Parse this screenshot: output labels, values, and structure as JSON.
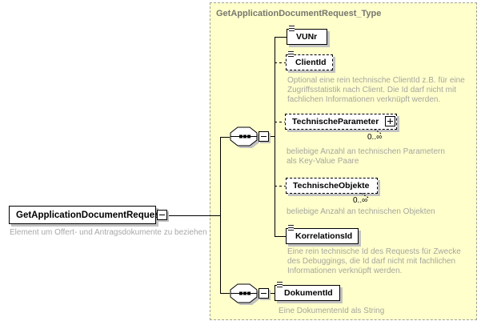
{
  "root_element": {
    "label": "GetApplicationDocumentRequest",
    "description": "Element um Offert- und Antragsdokumente zu beziehen"
  },
  "type_container": {
    "title": "GetApplicationDocumentRequest_Type"
  },
  "elements": {
    "vunr": {
      "label": "VUNr",
      "optional": false
    },
    "client_id": {
      "label": "ClientId",
      "optional": true,
      "description": "Optional eine rein technische ClientId z.B. für eine Zugriffsstatistik nach Client. Die Id darf nicht mit fachlichen Informationen verknüpft werden."
    },
    "technische_parameter": {
      "label": "TechnischeParameter",
      "optional": true,
      "occurrence": "0..∞",
      "description": "beliebige Anzahl an technischen Parametern als Key-Value Paare"
    },
    "technische_objekte": {
      "label": "TechnischeObjekte",
      "optional": true,
      "occurrence": "0..∞",
      "description": "beliebige Anzahl an technischen Objekten"
    },
    "korrelations_id": {
      "label": "KorrelationsId",
      "optional": false,
      "description": "Eine rein technische Id des Requests für Zwecke des Debuggings, die Id darf nicht mit fachlichen Informationen verknüpft werden."
    },
    "dokument_id": {
      "label": "DokumentId",
      "optional": false,
      "description": "Eine DokumentenId als String"
    }
  },
  "icons": {
    "sequence_connector": "sequence-octagon-with-dots",
    "collapse_symbol": "−",
    "expand_symbol": "+",
    "annotation_marker": "three-lines-note"
  },
  "colors": {
    "type_box_background": "#ffffcc",
    "type_box_border": "#a0a0a0",
    "type_title_text": "#77776e",
    "annotation_text": "#a6a69e",
    "box_border": "#000000",
    "box_shadow": "#c2c2c2",
    "canvas_background": "#ffffff"
  }
}
